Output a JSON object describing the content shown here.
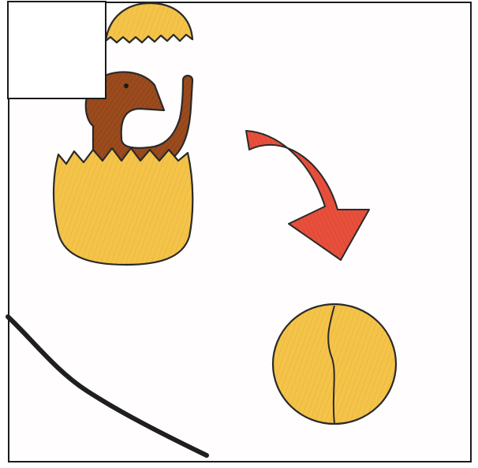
{
  "image": {
    "description_free": true
  },
  "colors": {
    "frame": "#1b1b1b",
    "paper": "#fffdfd",
    "shell_yellow": "#f3c13e",
    "shell_shade": "#e8ad2a",
    "bird_brown": "#9a4a1c",
    "arrow_red": "#e84a3a",
    "ink": "#2a2a2a"
  },
  "icons": [
    "egg-shell-top",
    "hatching-bird",
    "egg-shell-bottom",
    "curved-arrow-icon",
    "closed-egg",
    "curved-line"
  ]
}
